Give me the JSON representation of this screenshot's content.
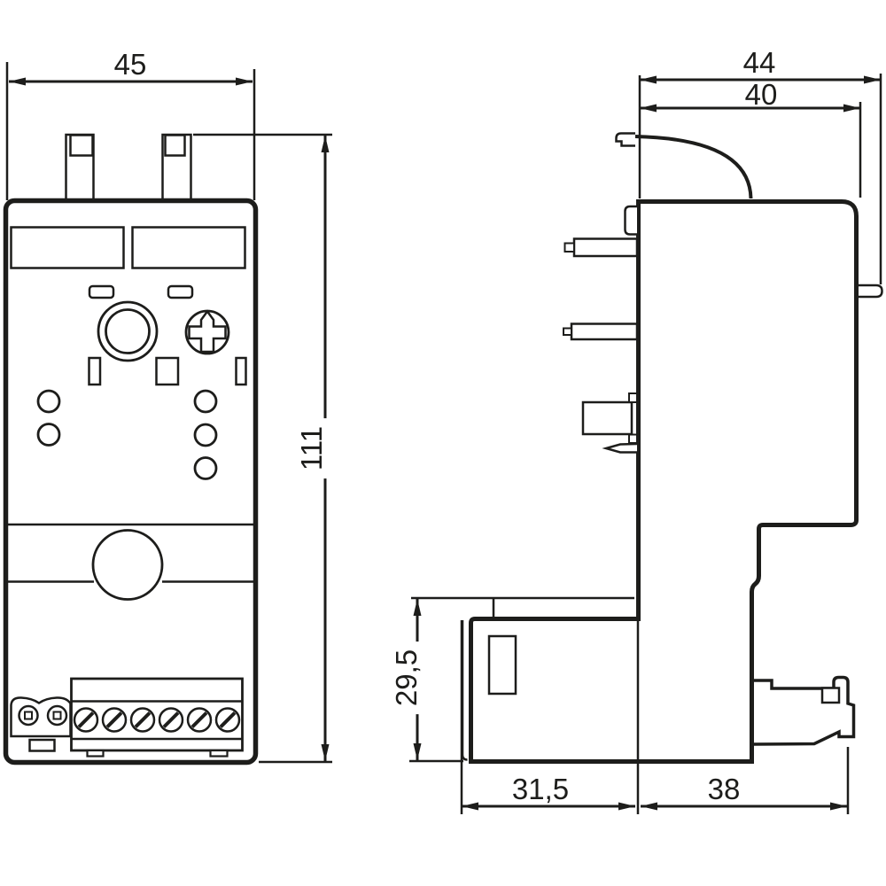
{
  "drawing": {
    "type": "technical-dimension-drawing",
    "line_color": "#1d1d1b",
    "background": "#ffffff",
    "front_view": {
      "width_mm": "45",
      "height_mm": "111"
    },
    "side_view": {
      "overall_depth_mm": "44",
      "body_depth_mm": "40",
      "lower_section_height_mm": "29,5",
      "lower_front_depth_mm": "31,5",
      "rear_depth_mm": "38"
    }
  }
}
